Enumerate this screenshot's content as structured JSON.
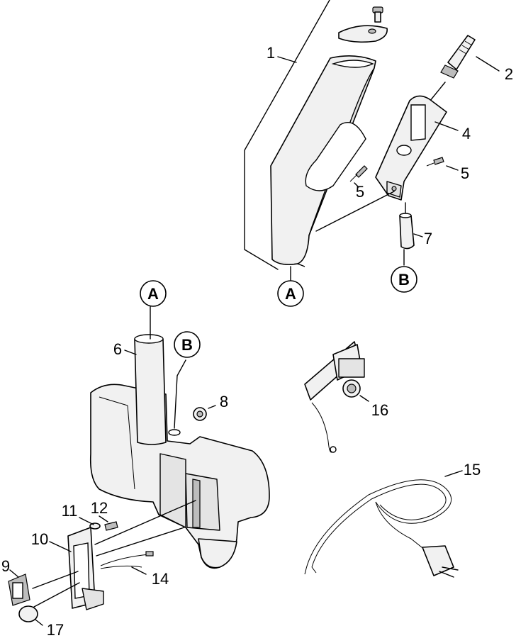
{
  "part_numbers": {
    "p1": "1",
    "p2": "2",
    "p4": "4",
    "p5a": "5",
    "p5b": "5",
    "p6": "6",
    "p7": "7",
    "p8": "8",
    "p9": "9",
    "p10": "10",
    "p11": "11",
    "p12": "12",
    "p14": "14",
    "p15": "15",
    "p16": "16",
    "p17": "17"
  },
  "connection_badges": {
    "a_top": "A",
    "b_top": "B",
    "a_bottom": "A",
    "b_bottom": "B"
  },
  "colors": {
    "line": "#000000",
    "fill": "#f1f1f1",
    "shade": "#bdbdbd"
  }
}
